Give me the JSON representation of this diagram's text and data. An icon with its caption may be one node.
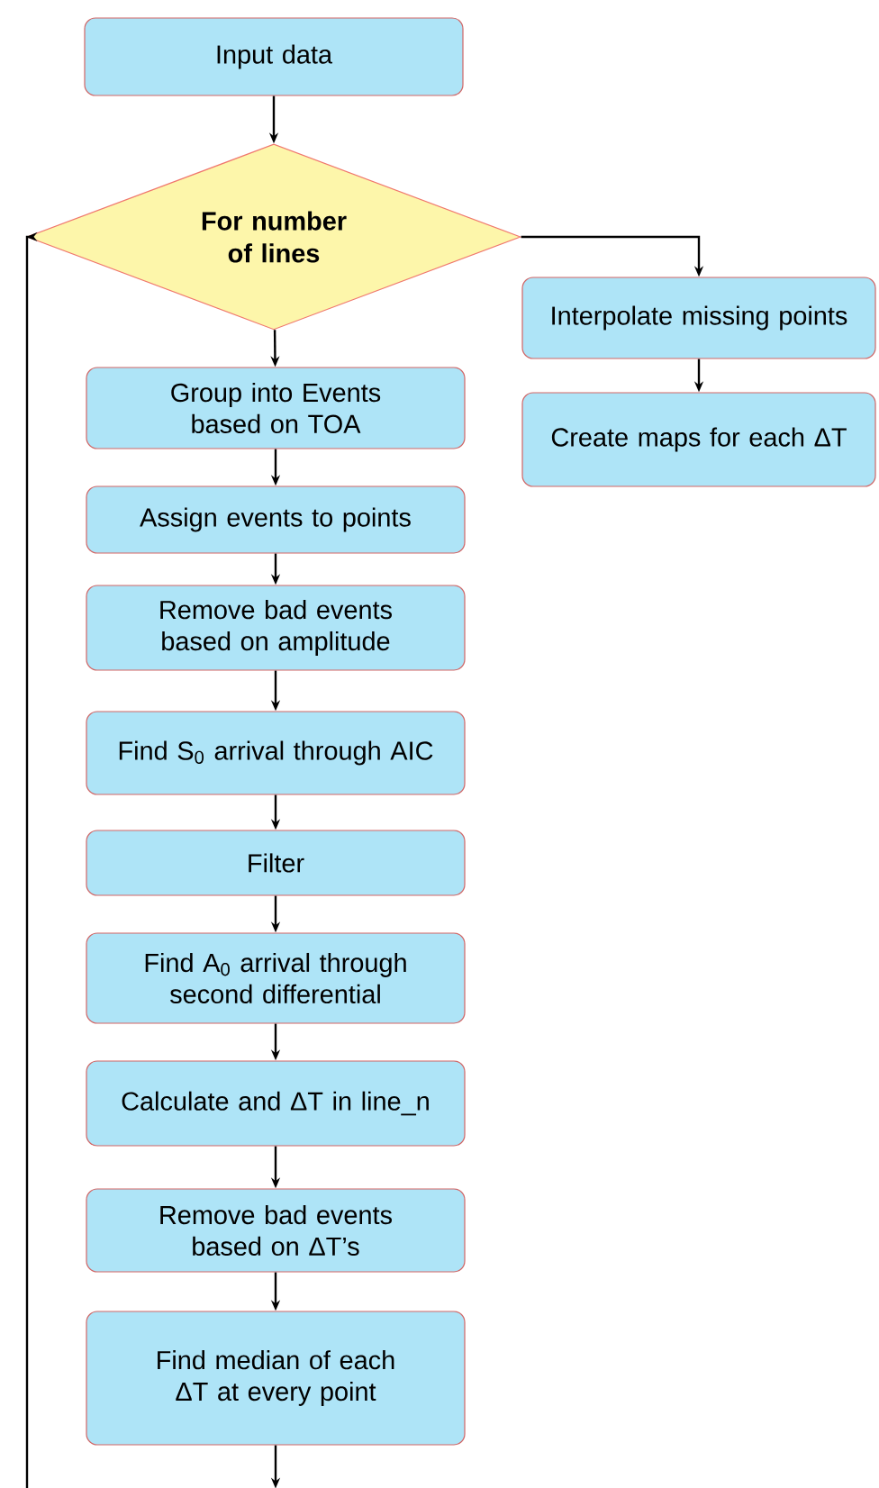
{
  "diagram": {
    "nodes": [
      {
        "text": [
          "Input data"
        ]
      },
      {
        "text": [
          "For number of lines"
        ]
      },
      {
        "text": [
          "Group into Events based on TOA"
        ]
      },
      {
        "text": [
          "Assign events to points"
        ]
      },
      {
        "text": [
          "Remove bad events based on amplitude"
        ]
      },
      {
        "text": [
          "Find S$_{0}$ arrival through AIC"
        ]
      },
      {
        "text": [
          "Filter"
        ]
      },
      {
        "text": [
          "Find A$_{0}$ arrival through second differential"
        ]
      },
      {
        "text": [
          "Calculate and ΔT in line_n"
        ]
      },
      {
        "text": [
          "Remove bad events based on ΔT’s"
        ]
      },
      {
        "text": [
          "Find median of each ΔT at every point"
        ]
      },
      {
        "text": [
          "Interpolate missing points"
        ]
      },
      {
        "text": [
          "Create maps for each ΔT"
        ]
      }
    ],
    "edges": [
      {
        "from": 0,
        "to": 1,
        "arrow": "to"
      },
      {
        "from": 1,
        "to": 2,
        "arrow": "to"
      },
      {
        "from": 2,
        "to": 3,
        "arrow": "to"
      },
      {
        "from": 3,
        "to": 4,
        "arrow": "to"
      },
      {
        "from": 4,
        "to": 5,
        "arrow": "to"
      },
      {
        "from": 5,
        "to": 6,
        "arrow": "to"
      },
      {
        "from": 6,
        "to": 7,
        "arrow": "to"
      },
      {
        "from": 7,
        "to": 8,
        "arrow": "to"
      },
      {
        "from": 8,
        "to": 9,
        "arrow": "to"
      },
      {
        "from": 9,
        "to": 10,
        "arrow": "to"
      },
      {
        "from": 1,
        "to": 11,
        "arrow": "to"
      },
      {
        "from": 11,
        "to": 12,
        "arrow": "to"
      },
      {
        "from": 10,
        "to": null,
        "arrow": "to"
      },
      {
        "from": null,
        "to": 1,
        "arrow": "to"
      }
    ]
  }
}
